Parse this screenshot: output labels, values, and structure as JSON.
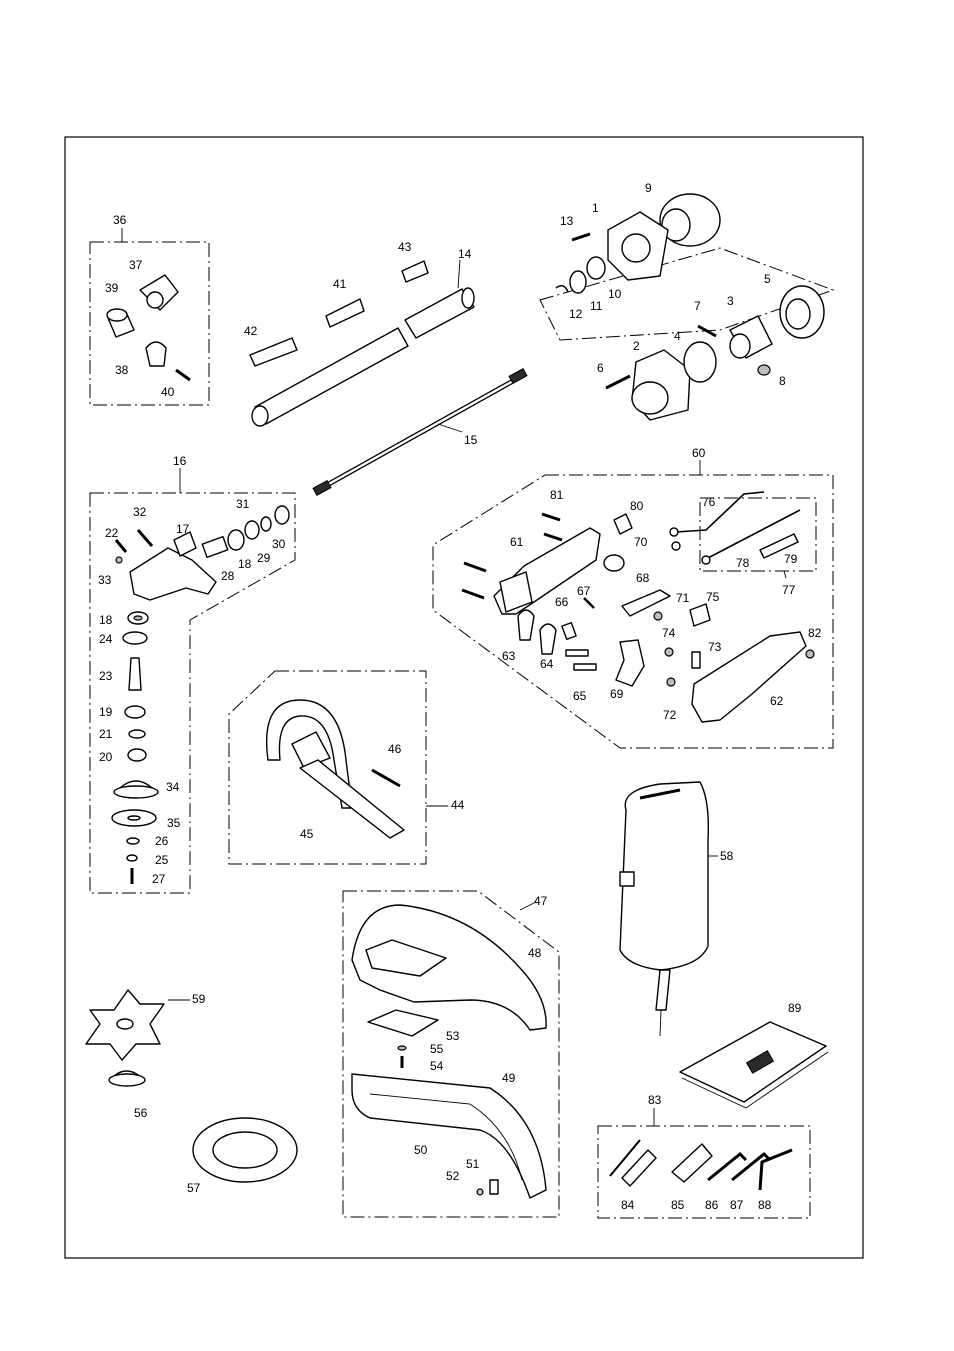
{
  "parts": [
    {
      "num": "1"
    },
    {
      "num": "2"
    },
    {
      "num": "3"
    },
    {
      "num": "4"
    },
    {
      "num": "5"
    },
    {
      "num": "6"
    },
    {
      "num": "7"
    },
    {
      "num": "8"
    },
    {
      "num": "9"
    },
    {
      "num": "10"
    },
    {
      "num": "11"
    },
    {
      "num": "12"
    },
    {
      "num": "13"
    },
    {
      "num": "14"
    },
    {
      "num": "15"
    },
    {
      "num": "16"
    },
    {
      "num": "17"
    },
    {
      "num": "18"
    },
    {
      "num": "18"
    },
    {
      "num": "19"
    },
    {
      "num": "20"
    },
    {
      "num": "21"
    },
    {
      "num": "22"
    },
    {
      "num": "23"
    },
    {
      "num": "24"
    },
    {
      "num": "25"
    },
    {
      "num": "26"
    },
    {
      "num": "27"
    },
    {
      "num": "28"
    },
    {
      "num": "29"
    },
    {
      "num": "30"
    },
    {
      "num": "31"
    },
    {
      "num": "32"
    },
    {
      "num": "33"
    },
    {
      "num": "34"
    },
    {
      "num": "35"
    },
    {
      "num": "36"
    },
    {
      "num": "37"
    },
    {
      "num": "38"
    },
    {
      "num": "39"
    },
    {
      "num": "40"
    },
    {
      "num": "41"
    },
    {
      "num": "42"
    },
    {
      "num": "43"
    },
    {
      "num": "44"
    },
    {
      "num": "45"
    },
    {
      "num": "46"
    },
    {
      "num": "47"
    },
    {
      "num": "48"
    },
    {
      "num": "49"
    },
    {
      "num": "50"
    },
    {
      "num": "51"
    },
    {
      "num": "52"
    },
    {
      "num": "53"
    },
    {
      "num": "54"
    },
    {
      "num": "55"
    },
    {
      "num": "56"
    },
    {
      "num": "57"
    },
    {
      "num": "58"
    },
    {
      "num": "59"
    },
    {
      "num": "60"
    },
    {
      "num": "61"
    },
    {
      "num": "62"
    },
    {
      "num": "63"
    },
    {
      "num": "64"
    },
    {
      "num": "65"
    },
    {
      "num": "66"
    },
    {
      "num": "67"
    },
    {
      "num": "68"
    },
    {
      "num": "69"
    },
    {
      "num": "70"
    },
    {
      "num": "71"
    },
    {
      "num": "72"
    },
    {
      "num": "73"
    },
    {
      "num": "74"
    },
    {
      "num": "75"
    },
    {
      "num": "76"
    },
    {
      "num": "77"
    },
    {
      "num": "78"
    },
    {
      "num": "79"
    },
    {
      "num": "80"
    },
    {
      "num": "81"
    },
    {
      "num": "82"
    },
    {
      "num": "83"
    },
    {
      "num": "84"
    },
    {
      "num": "85"
    },
    {
      "num": "86"
    },
    {
      "num": "87"
    },
    {
      "num": "88"
    },
    {
      "num": "89"
    }
  ]
}
